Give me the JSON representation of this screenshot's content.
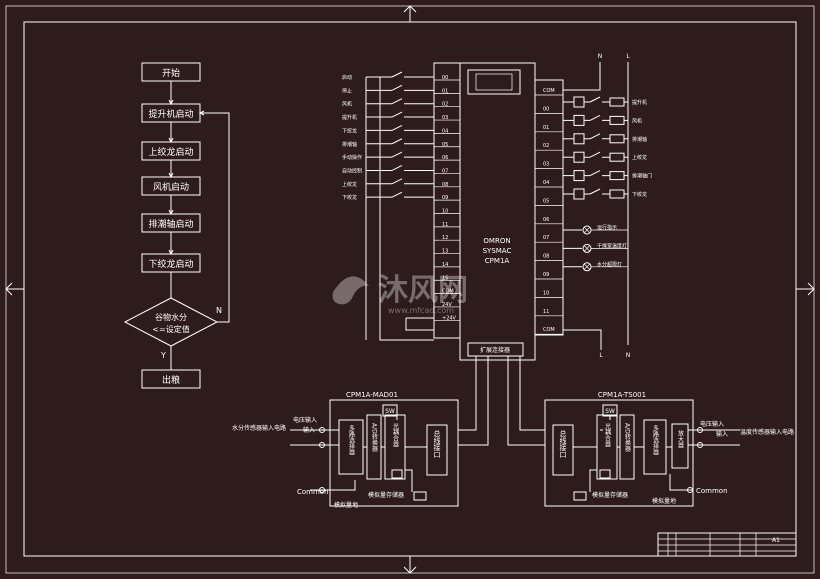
{
  "flowchart": {
    "steps": [
      "开始",
      "提升机启动",
      "上绞龙启动",
      "风机启动",
      "排潮轴启动",
      "下绞龙启动"
    ],
    "decision": [
      "谷物水分",
      "<=设定值"
    ],
    "yes_label": "Y",
    "no_label": "N",
    "end": "出粮"
  },
  "plc": {
    "brand": "OMRON",
    "series": "SYSMAC",
    "model": "CPM1A",
    "left_terminals": [
      "00",
      "01",
      "02",
      "03",
      "04",
      "05",
      "06",
      "07",
      "08",
      "09",
      "10",
      "11",
      "12",
      "13",
      "14",
      "15",
      "COM",
      "24V",
      "+24V"
    ],
    "right_terminals": [
      "COM",
      "00",
      "01",
      "02",
      "03",
      "04",
      "05",
      "06",
      "07",
      "08",
      "09",
      "10",
      "11",
      "COM"
    ],
    "input_labels": [
      "启动",
      "停止",
      "风机",
      "提升机",
      "下绞龙",
      "排潮轴",
      "手动操作",
      "自动控制",
      "上绞龙",
      "下绞龙"
    ],
    "output_labels": [
      "提升机",
      "风机",
      "排潮轴",
      "上绞龙",
      "排潮轴门",
      "下绞龙"
    ],
    "indicator_labels": [
      "运行指示",
      "干燥室温度灯",
      "水分超限灯"
    ],
    "power_top": [
      "N",
      "L"
    ],
    "power_bottom": [
      "L",
      "N"
    ],
    "expansion": "扩展连接器"
  },
  "modules": {
    "left": {
      "title": "CPM1A-MAD01",
      "sw": "SW",
      "blocks": [
        "多路选择器",
        "A/D转换器",
        "光耦合器",
        "总线接口"
      ],
      "input_label": "水分传感器输入电路",
      "input_sub": "电压输入",
      "sub_input": "输入",
      "common": "Common",
      "bottom_labels": [
        "模拟量地",
        "模拟量存储器"
      ]
    },
    "right": {
      "title": "CPM1A-TS001",
      "sw": "SW",
      "blocks": [
        "总线接口",
        "光耦合器",
        "A/D转换器",
        "多路选择器",
        "放大器"
      ],
      "input_label": "温度传感器输入电路",
      "input_sub": "电压输入",
      "sub_input": "输入",
      "common": "Common",
      "bottom_labels": [
        "模拟量存储器",
        "模拟量地"
      ]
    }
  },
  "watermark": {
    "text": "沐风网",
    "url": "www.mfcad.com"
  },
  "title_block": {
    "sheet": "A1"
  }
}
